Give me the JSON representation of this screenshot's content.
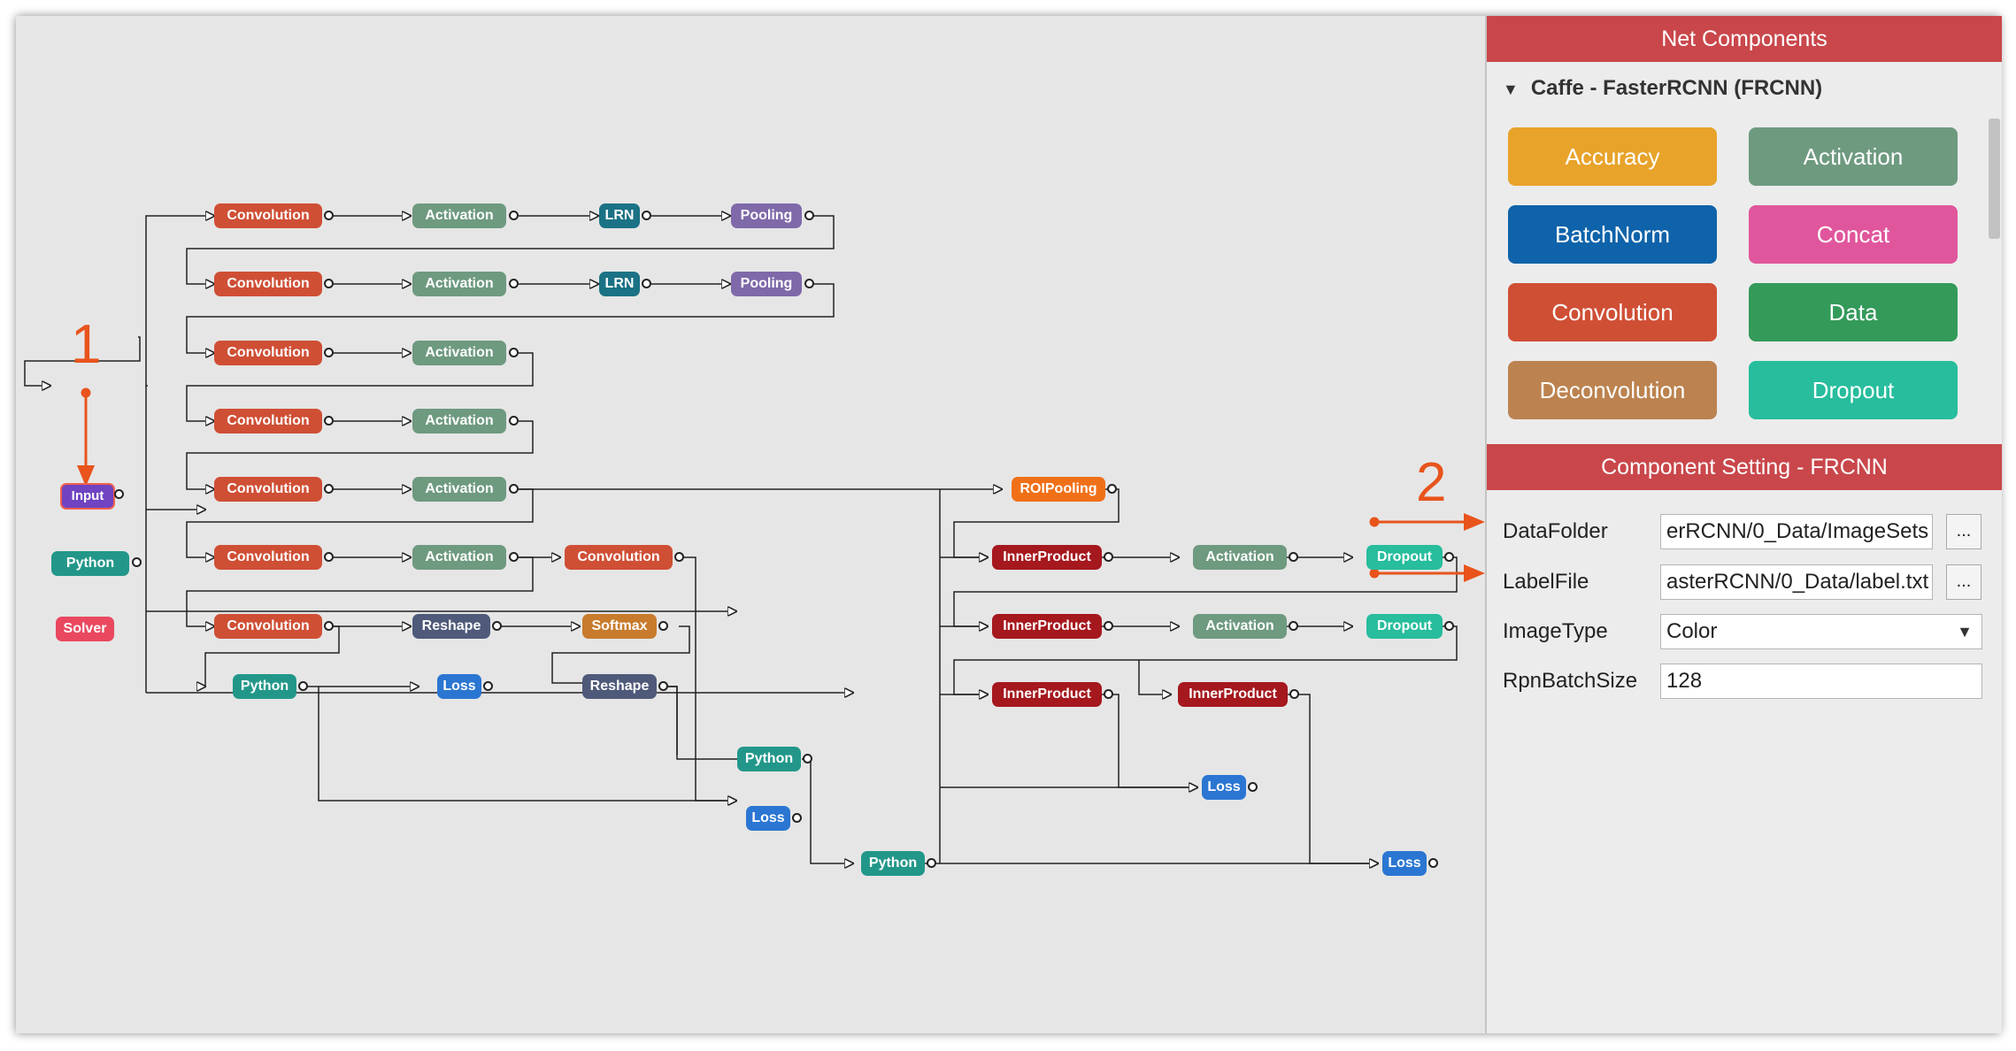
{
  "annotations": [
    "1",
    "2"
  ],
  "graph_nodes": {
    "input": "Input",
    "python_a": "Python",
    "solver": "Solver",
    "r1_conv": "Convolution",
    "r1_act": "Activation",
    "r1_lrn": "LRN",
    "r1_pool": "Pooling",
    "r2_conv": "Convolution",
    "r2_act": "Activation",
    "r2_lrn": "LRN",
    "r2_pool": "Pooling",
    "r3_conv": "Convolution",
    "r3_act": "Activation",
    "r4_conv": "Convolution",
    "r4_act": "Activation",
    "r5_conv": "Convolution",
    "r5_act": "Activation",
    "r6_conv": "Convolution",
    "r6_act": "Activation",
    "r6_conv2": "Convolution",
    "r7_conv": "Convolution",
    "r7_reshape": "Reshape",
    "r7_softmax": "Softmax",
    "python_b": "Python",
    "loss_b": "Loss",
    "reshape_b": "Reshape",
    "python_c": "Python",
    "loss_c": "Loss",
    "python_d": "Python",
    "roipool": "ROIPooling",
    "ip1": "InnerProduct",
    "act1": "Activation",
    "drop1": "Dropout",
    "ip2": "InnerProduct",
    "act2": "Activation",
    "drop2": "Dropout",
    "ip3": "InnerProduct",
    "ip4": "InnerProduct",
    "loss_e": "Loss",
    "loss_f": "Loss"
  },
  "panel": {
    "components_title": "Net Components",
    "group_label": "Caffe - FasterRCNN (FRCNN)",
    "components": [
      {
        "label": "Accuracy",
        "color": "#e8a32b"
      },
      {
        "label": "Activation",
        "color": "#6e9a80"
      },
      {
        "label": "BatchNorm",
        "color": "#0f63aa"
      },
      {
        "label": "Concat",
        "color": "#e0569c"
      },
      {
        "label": "Convolution",
        "color": "#cf4f35"
      },
      {
        "label": "Data",
        "color": "#339a5a"
      },
      {
        "label": "Deconvolution",
        "color": "#bc8350"
      },
      {
        "label": "Dropout",
        "color": "#27bd9d"
      }
    ],
    "settings_title": "Component Setting - FRCNN",
    "fields": {
      "data_folder": {
        "label": "DataFolder",
        "value": "erRCNN/0_Data/ImageSets",
        "button": "..."
      },
      "label_file": {
        "label": "LabelFile",
        "value": "asterRCNN/0_Data/label.txt",
        "button": "..."
      },
      "image_type": {
        "label": "ImageType",
        "value": "Color"
      },
      "rpn_batch_size": {
        "label": "RpnBatchSize",
        "value": "128"
      }
    }
  }
}
